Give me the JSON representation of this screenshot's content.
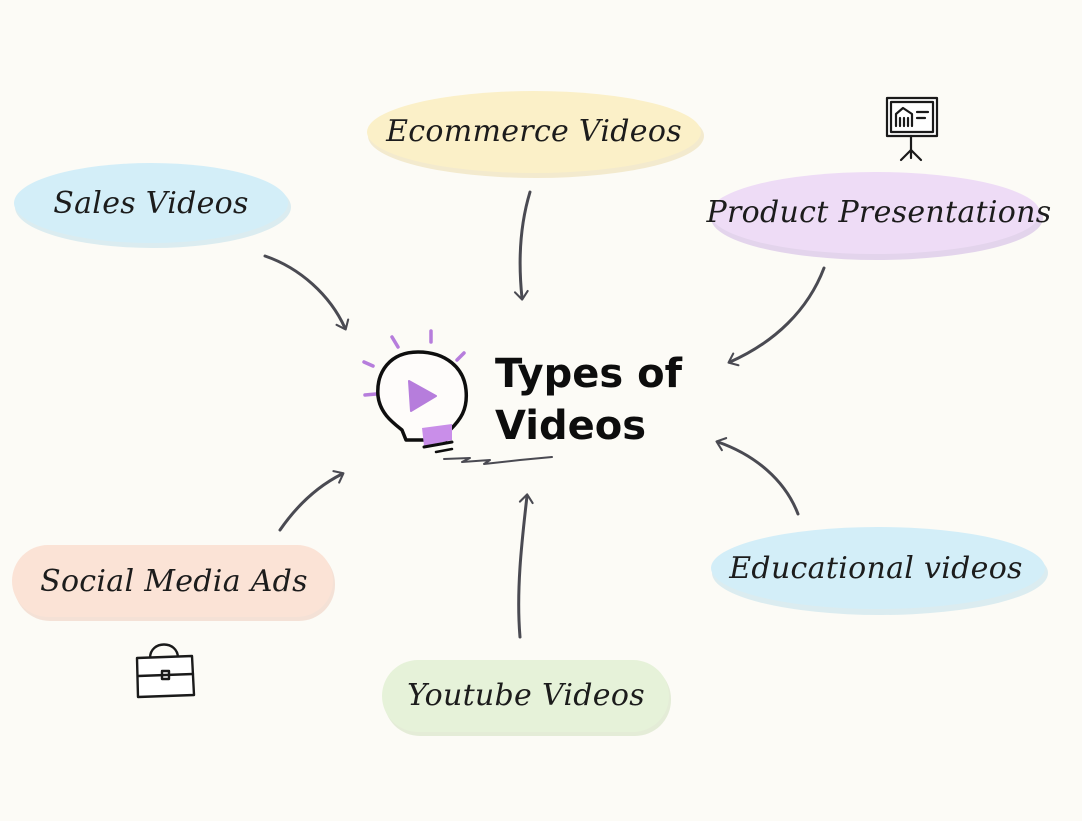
{
  "title": {
    "line1": "Types of",
    "line2": "Videos"
  },
  "nodes": [
    {
      "id": "sales",
      "label": "Sales Videos",
      "color": "#d3eef8"
    },
    {
      "id": "ecommerce",
      "label": "Ecommerce Videos",
      "color": "#fbf0c8"
    },
    {
      "id": "product",
      "label": "Product Presentations",
      "color": "#eedcf6"
    },
    {
      "id": "social",
      "label": "Social Media Ads",
      "color": "#fbe3d6"
    },
    {
      "id": "youtube",
      "label": "Youtube Videos",
      "color": "#e6f2d9"
    },
    {
      "id": "educational",
      "label": "Educational videos",
      "color": "#d3eef8"
    }
  ],
  "icons": {
    "center": "lightbulb-play-icon",
    "presentation": "presentation-board-icon",
    "bag": "shopping-bag-icon"
  },
  "colors": {
    "accent": "#b67ddc",
    "arrow": "#4a4a52",
    "background": "#fcfbf6"
  }
}
